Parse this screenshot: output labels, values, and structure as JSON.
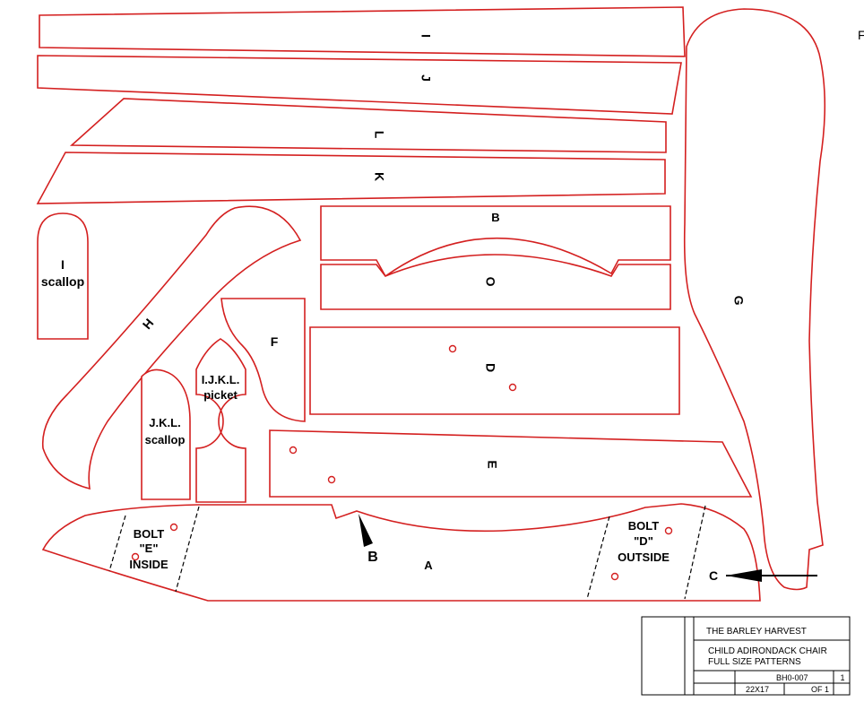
{
  "pieces": {
    "i": {
      "label": "I"
    },
    "j": {
      "label": "J"
    },
    "l": {
      "label": "L"
    },
    "k": {
      "label": "K"
    },
    "b": {
      "label": "B"
    },
    "o": {
      "label": "O"
    },
    "d": {
      "label": "D"
    },
    "e": {
      "label": "E"
    },
    "f": {
      "label": "F"
    },
    "g": {
      "label": "G"
    },
    "h": {
      "label": "H"
    },
    "a": {
      "label": "A"
    },
    "i_scallop": {
      "line1": "I",
      "line2": "scallop"
    },
    "jkl_scallop": {
      "line1": "J.K.L.",
      "line2": "scallop"
    },
    "ijkl_picket": {
      "line1": "I.J.K.L.",
      "line2": "picket"
    }
  },
  "annotations": {
    "bolt_e": {
      "line1": "BOLT",
      "line2": "\"E\"",
      "line3": "INSIDE"
    },
    "bolt_d": {
      "line1": "BOLT",
      "line2": "\"D\"",
      "line3": "OUTSIDE"
    },
    "arrow_b": "B",
    "arrow_c": "C",
    "edge_letter": "F"
  },
  "title_block": {
    "company": "THE BARLEY HARVEST",
    "title_line1": "CHILD ADIRONDACK CHAIR",
    "title_line2": "FULL SIZE PATTERNS",
    "drawing_number": "BH0-007",
    "sheet_size": "22X17",
    "sheet_count": "OF 1",
    "sheet_number": "1"
  },
  "colors": {
    "outline": "#d42020",
    "text": "#000000",
    "background": "#ffffff"
  }
}
